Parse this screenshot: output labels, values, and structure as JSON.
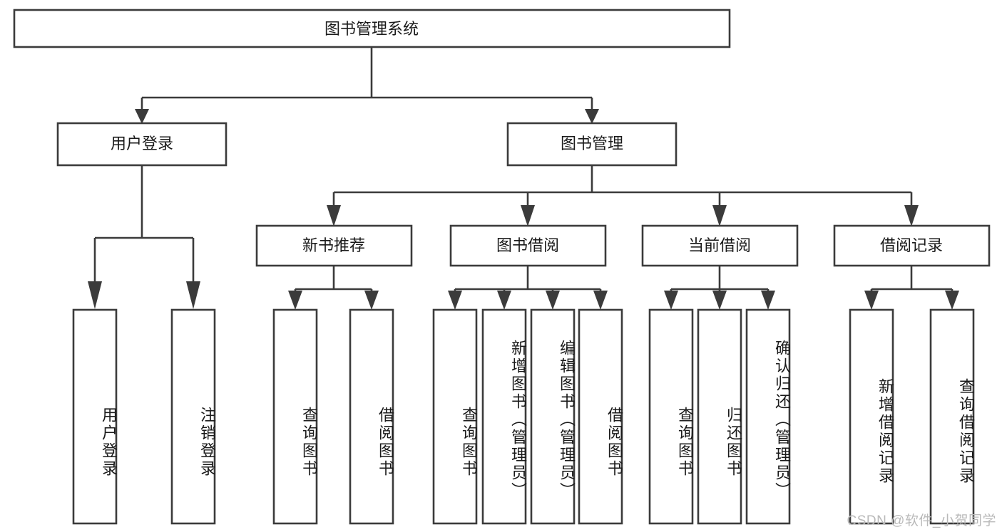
{
  "diagram": {
    "type": "tree",
    "title": "图书管理系统",
    "orientation": "top-down",
    "root": {
      "id": "root",
      "label": "图书管理系统"
    },
    "level2": [
      {
        "id": "user-login",
        "label": "用户登录"
      },
      {
        "id": "book-manage",
        "label": "图书管理"
      }
    ],
    "level3": [
      {
        "id": "new-book-rec",
        "label": "新书推荐",
        "parent": "book-manage"
      },
      {
        "id": "book-borrow",
        "label": "图书借阅",
        "parent": "book-manage"
      },
      {
        "id": "current-borrow",
        "label": "当前借阅",
        "parent": "book-manage"
      },
      {
        "id": "borrow-record",
        "label": "借阅记录",
        "parent": "book-manage"
      }
    ],
    "leaves": [
      {
        "id": "leaf-user-login",
        "label": "用户登录",
        "parent": "user-login"
      },
      {
        "id": "leaf-logout",
        "label": "注销登录",
        "parent": "user-login"
      },
      {
        "id": "leaf-query-book-1",
        "label": "查询图书",
        "parent": "new-book-rec"
      },
      {
        "id": "leaf-borrow-book-1",
        "label": "借阅图书",
        "parent": "new-book-rec"
      },
      {
        "id": "leaf-query-book-2",
        "label": "查询图书",
        "parent": "book-borrow"
      },
      {
        "id": "leaf-add-book",
        "label": "新增图书（管理员）",
        "parent": "book-borrow"
      },
      {
        "id": "leaf-edit-book",
        "label": "编辑图书（管理员）",
        "parent": "book-borrow"
      },
      {
        "id": "leaf-borrow-book-2",
        "label": "借阅图书",
        "parent": "book-borrow"
      },
      {
        "id": "leaf-query-book-3",
        "label": "查询图书",
        "parent": "current-borrow"
      },
      {
        "id": "leaf-return-book",
        "label": "归还图书",
        "parent": "current-borrow"
      },
      {
        "id": "leaf-confirm-return",
        "label": "确认归还（管理员）",
        "parent": "current-borrow"
      },
      {
        "id": "leaf-add-record",
        "label": "新增借阅记录",
        "parent": "borrow-record"
      },
      {
        "id": "leaf-query-record",
        "label": "查询借阅记录",
        "parent": "borrow-record"
      }
    ],
    "colors": {
      "stroke": "#3b3b3b",
      "fill": "#ffffff",
      "text": "#1a1a1a",
      "watermark": "#b9b9b9"
    }
  },
  "watermark": {
    "text": "CSDN @软件_小贺同学"
  }
}
